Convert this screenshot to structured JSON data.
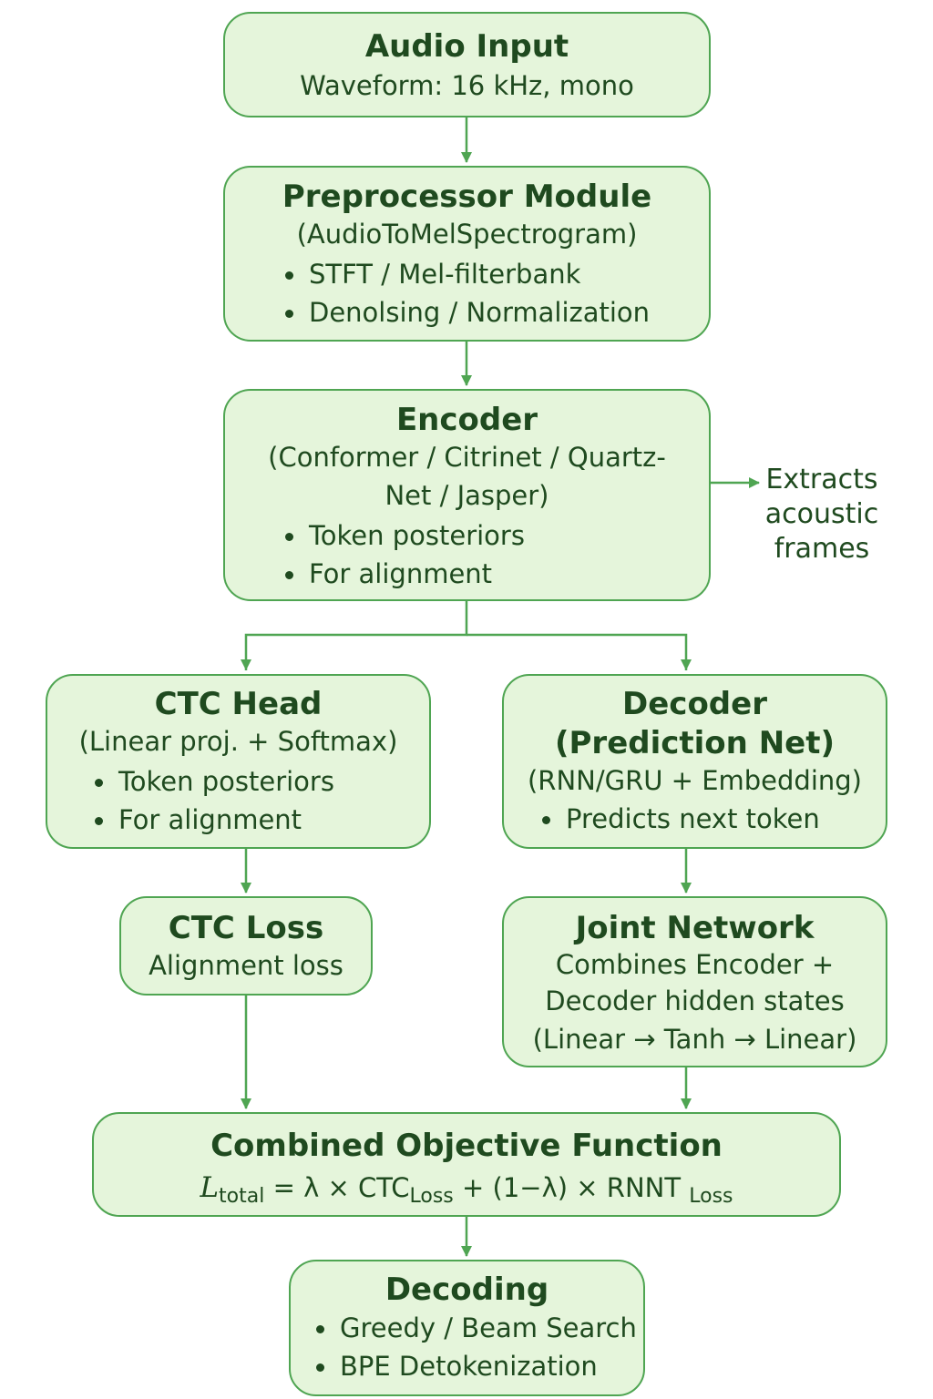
{
  "audio_input": {
    "title": "Audio Input",
    "subtitle": "Waveform: 16 kHz, mono"
  },
  "preprocessor": {
    "title": "Preprocessor Module",
    "subtitle": "(AudioToMelSpectrogram)",
    "bullets": [
      "STFT / Mel-filterbank",
      "Denolsing / Normalization"
    ]
  },
  "encoder": {
    "title": "Encoder",
    "subtitle_line1": "(Conformer / Citrinet / Quartz-",
    "subtitle_line2": "Net / Jasper)",
    "bullets": [
      "Token posteriors",
      "For alignment"
    ],
    "side_note": [
      "Extracts",
      "acoustic",
      "frames"
    ]
  },
  "ctc_head": {
    "title": "CTC Head",
    "subtitle": "(Linear proj. + Softmax)",
    "bullets": [
      "Token posteriors",
      "For alignment"
    ]
  },
  "decoder": {
    "title_line1": "Decoder",
    "title_line2": "(Prediction Net)",
    "subtitle": "(RNN/GRU + Embedding)",
    "bullets": [
      "Predicts next token"
    ]
  },
  "ctc_loss": {
    "title": "CTC Loss",
    "subtitle": "Alignment loss"
  },
  "joint_network": {
    "title": "Joint Network",
    "lines": [
      "Combines Encoder +",
      "Decoder hidden states",
      "(Linear → Tanh → Linear)"
    ]
  },
  "combined_objective": {
    "title": "Combined Objective Function",
    "formula": {
      "L": "L",
      "L_sub": "total",
      "part1": " = λ × CTC",
      "ctc_sub": "Loss",
      "part2": " + (1−λ) × RNNT ",
      "rnnt_sub": "Loss"
    }
  },
  "decoding": {
    "title": "Decoding",
    "bullets": [
      "Greedy / Beam Search",
      "BPE Detokenization"
    ]
  },
  "colors": {
    "box_fill": "#e5f5db",
    "box_border": "#4fa552",
    "text": "#1f4a1f",
    "arrow": "#4fa552"
  }
}
